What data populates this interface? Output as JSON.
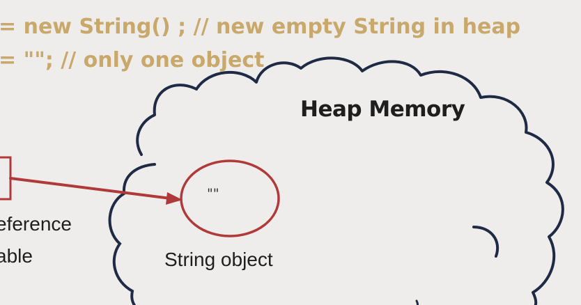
{
  "code": {
    "line1": "= new String() ; // new empty String in heap",
    "line2": "= \"\"; // only one object"
  },
  "diagram": {
    "heap_title": "Heap Memory",
    "string_object_value": "\"\"",
    "string_object_label": "String object",
    "reference_label_line1": "eference",
    "reference_label_line2": "able"
  },
  "colors": {
    "background": "#efedeb",
    "code_text": "#c9a96b",
    "cloud_outline": "#1f2a44",
    "arrow": "#b03a3a",
    "object_circle": "#b03a3a",
    "text": "#1e1e1e"
  }
}
